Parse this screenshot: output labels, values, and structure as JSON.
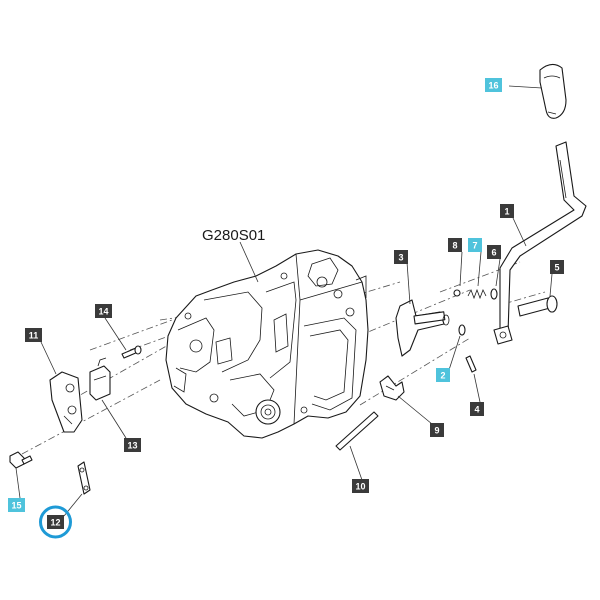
{
  "diagram_code": "G280S01",
  "colors": {
    "tag_dark": "#3a3a3a",
    "tag_highlight": "#4fc3dc",
    "highlight_ring": "#1e9ad6",
    "line": "#1a1a1a"
  },
  "callouts": {
    "c1": "1",
    "c2": "2",
    "c3": "3",
    "c4": "4",
    "c5": "5",
    "c6": "6",
    "c7": "7",
    "c8": "8",
    "c9": "9",
    "c10": "10",
    "c11": "11",
    "c12": "12",
    "c13": "13",
    "c14": "14",
    "c15": "15",
    "c16": "16"
  },
  "highlighted_callouts": [
    "2",
    "7",
    "15",
    "16"
  ],
  "selected_callout": "12"
}
